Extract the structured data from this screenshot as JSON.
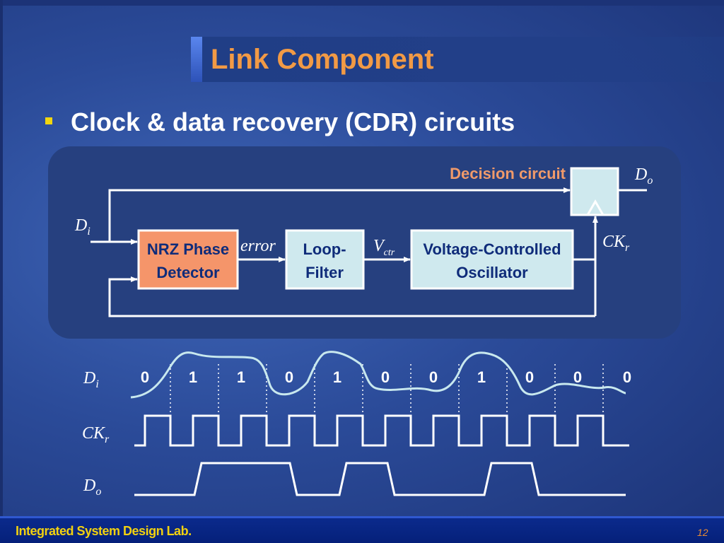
{
  "slide": {
    "title": "Link Component",
    "bullet": "Clock & data recovery (CDR) circuits",
    "footer_lab": "Integrated System Design Lab.",
    "page_number": "12"
  },
  "diagram": {
    "decision_label": "Decision circuit",
    "do_label": "D",
    "do_sub": "o",
    "di_label": "D",
    "di_sub": "i",
    "ckr_label": "CK",
    "ckr_sub": "r",
    "error_label": "error",
    "vctr_label": "V",
    "vctr_sub": "ctr",
    "pd_line1": "NRZ Phase",
    "pd_line2": "Detector",
    "lf_line1": "Loop-",
    "lf_line2": "Filter",
    "vco_line1": "Voltage-Controlled",
    "vco_line2": "Oscillator"
  },
  "timing": {
    "di_label": "D",
    "di_sub": "i",
    "ckr_label": "CK",
    "ckr_sub": "r",
    "do_label": "D",
    "do_sub": "o",
    "bits": [
      "0",
      "1",
      "1",
      "0",
      "1",
      "0",
      "0",
      "1",
      "0",
      "0",
      "0"
    ]
  },
  "colors": {
    "background": "#2b4b99",
    "title": "#f29a45",
    "detector_fill": "#f5956a",
    "block_fill": "#cfe9ee",
    "decision_text": "#f09a6a",
    "waveform": "#c8e8ee",
    "footer_text": "#f2d10f"
  }
}
